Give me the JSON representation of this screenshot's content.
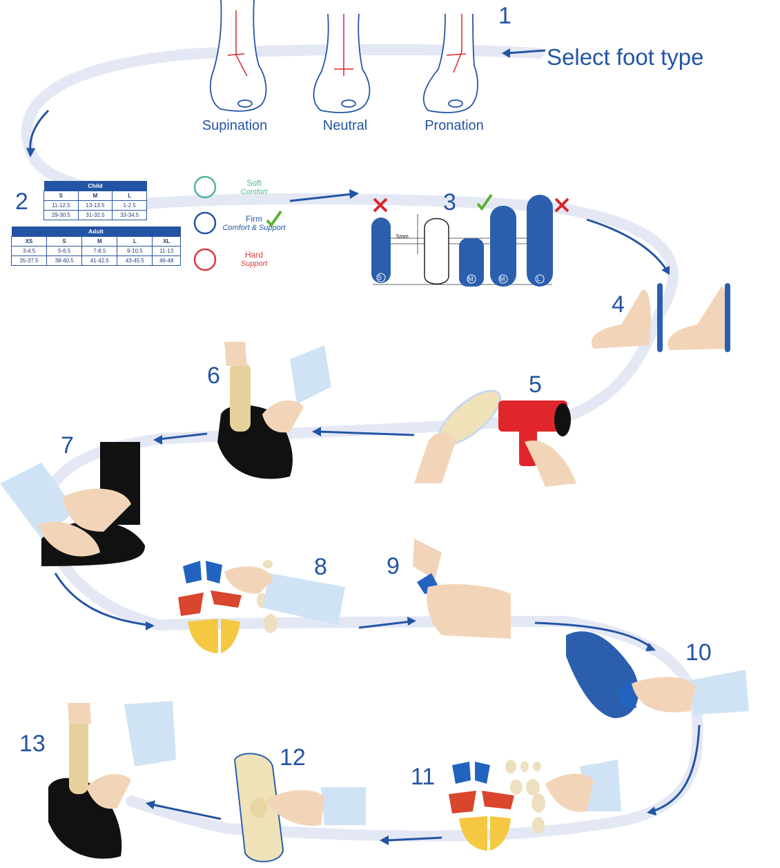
{
  "header": {
    "title": "Select foot type"
  },
  "foot_types": [
    {
      "label": "Supination"
    },
    {
      "label": "Neutral"
    },
    {
      "label": "Pronation"
    }
  ],
  "steps": [
    "1",
    "2",
    "3",
    "4",
    "5",
    "6",
    "7",
    "8",
    "9",
    "10",
    "11",
    "12",
    "13"
  ],
  "size_tables": {
    "child": {
      "title": "Child",
      "columns": [
        "S",
        "M",
        "L"
      ],
      "rows": [
        [
          "11-12.5",
          "13-13.5",
          "1-2.5"
        ],
        [
          "29-30.5",
          "31-32.5",
          "33-34.5"
        ]
      ]
    },
    "adult": {
      "title": "Adult",
      "columns": [
        "XS",
        "S",
        "M",
        "L",
        "XL"
      ],
      "rows": [
        [
          "3-4.5",
          "5-6.5",
          "7-8.5",
          "9-10.5",
          "11-13"
        ],
        [
          "35-37.5",
          "38-40.5",
          "41-42.5",
          "43-45.5",
          "46-48"
        ]
      ]
    }
  },
  "stiffness": [
    {
      "name": "Soft",
      "desc": "Comfort",
      "color": "#4fb59a"
    },
    {
      "name": "Firm",
      "desc": "Comfort & Support",
      "color": "#2354a3"
    },
    {
      "name": "Hard",
      "desc": "Support",
      "color": "#d83a3a"
    }
  ],
  "sizing": {
    "gap_label": "5mm",
    "insole_sizes": [
      "S",
      "M",
      "M",
      "L"
    ]
  },
  "colors": {
    "accent": "#2354a3",
    "path": "#e4e8f5",
    "check": "#5cb130",
    "cross": "#d8262b"
  }
}
